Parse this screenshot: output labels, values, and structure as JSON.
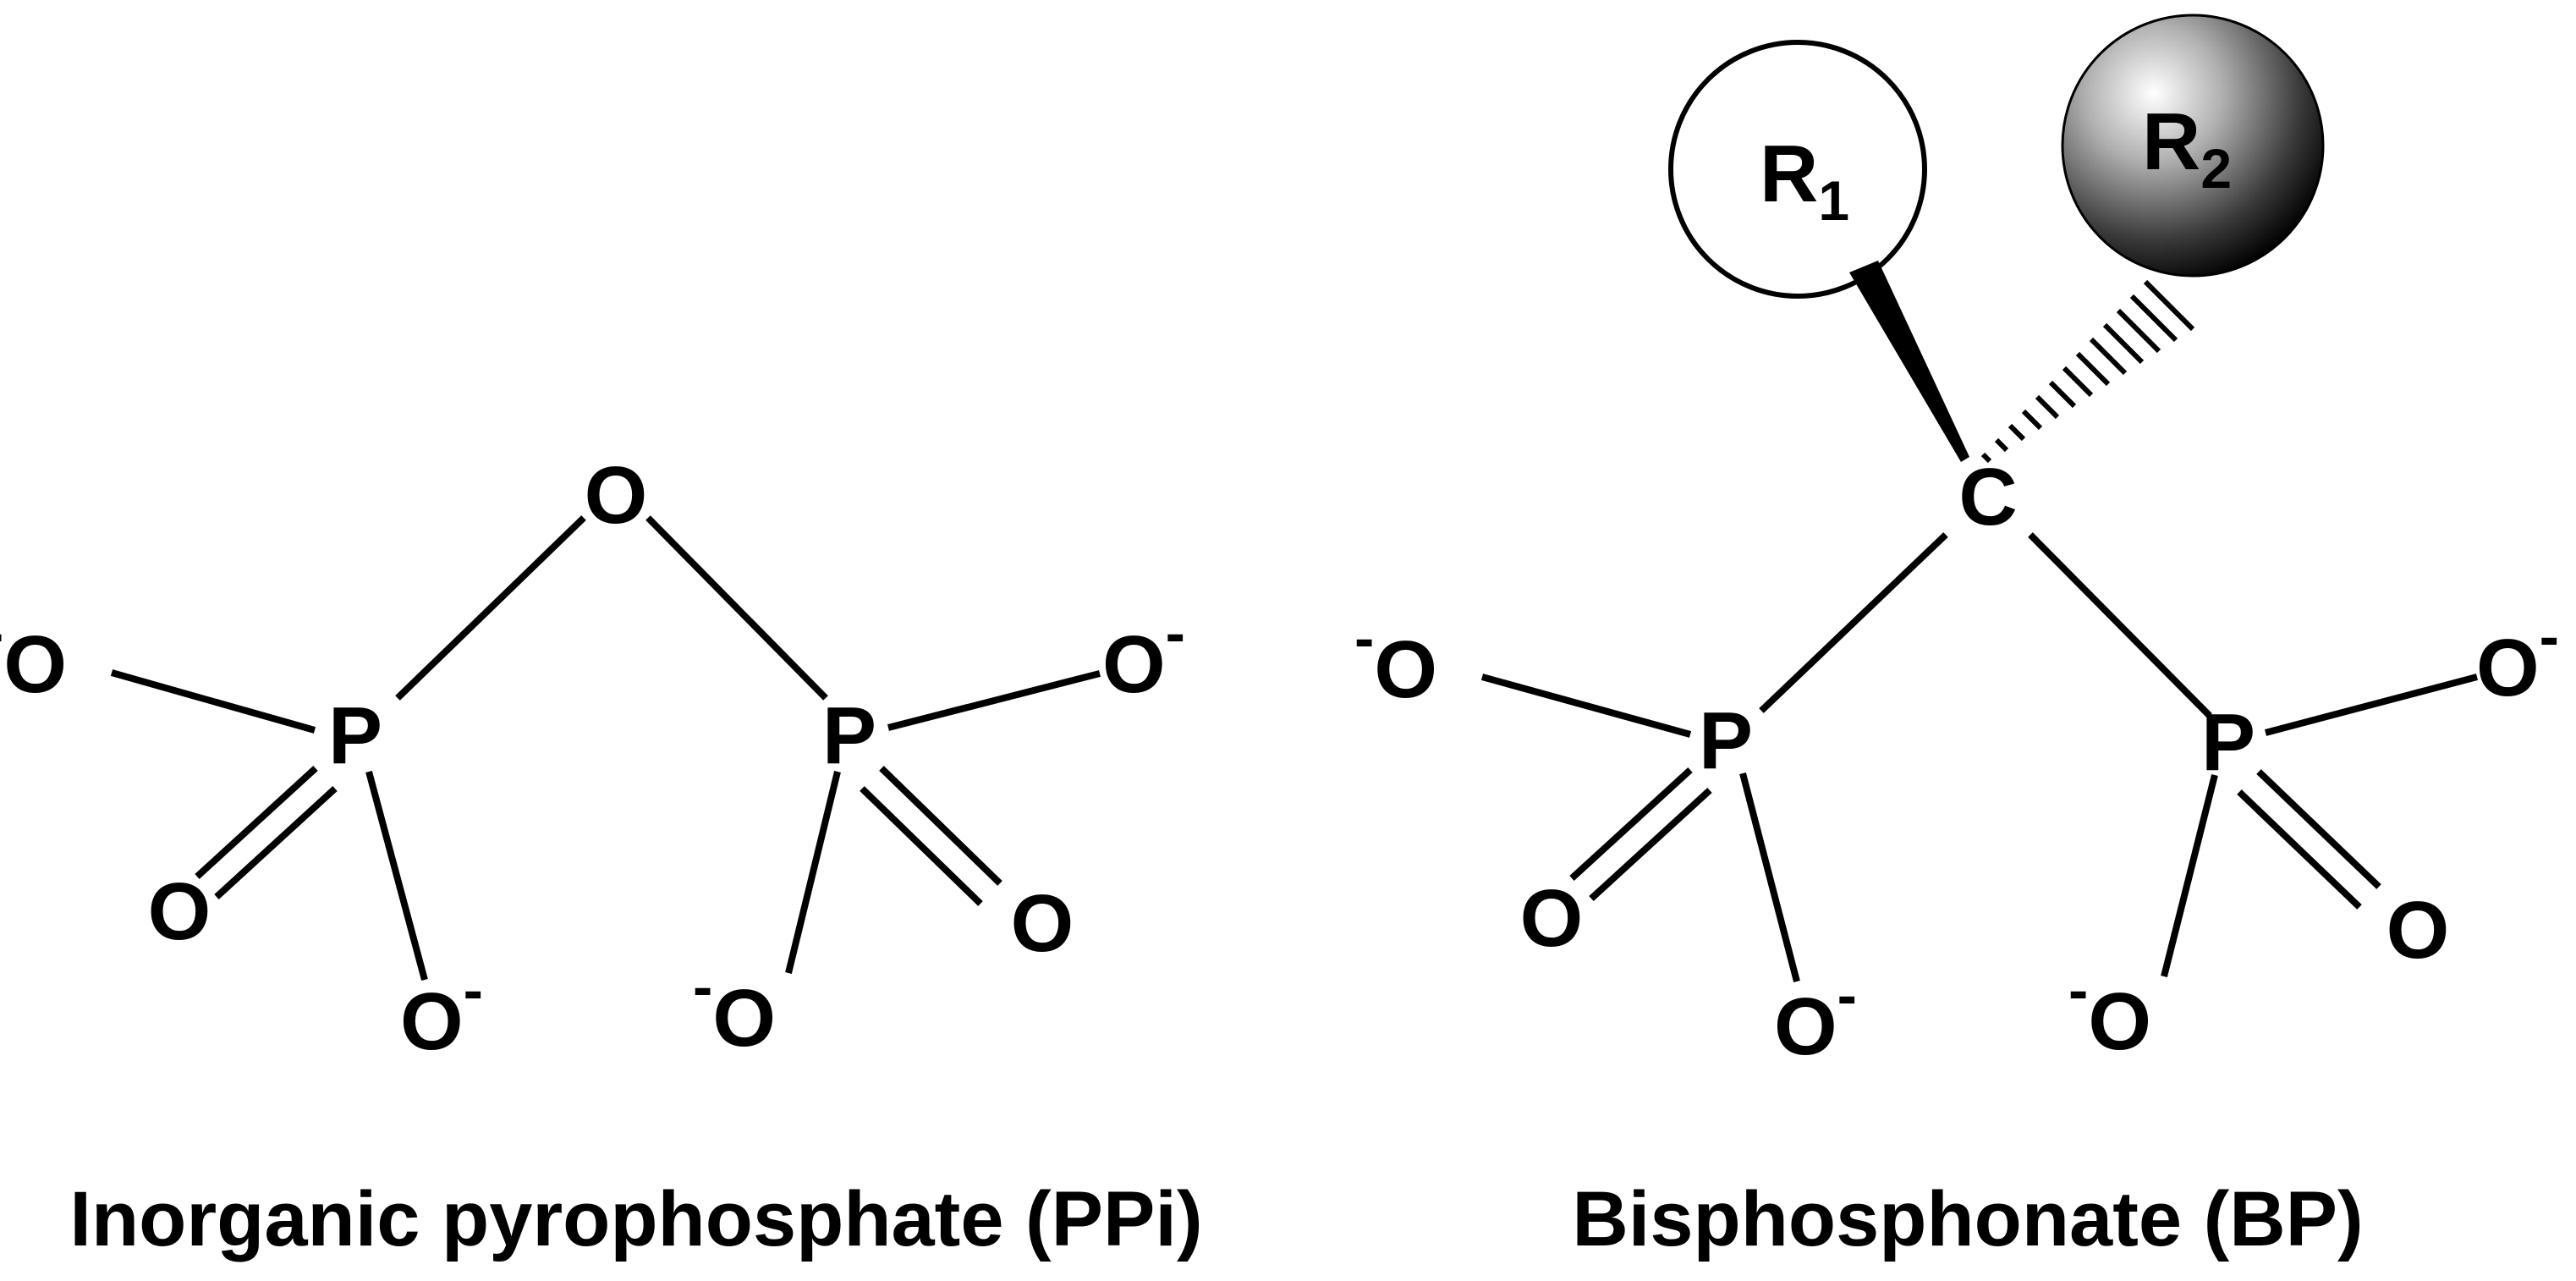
{
  "atoms": {
    "phosphorus": "P",
    "oxygen": "O",
    "carbon": "C",
    "negative_charge": "-"
  },
  "substituents": {
    "r1": {
      "letter": "R",
      "subscript": "1",
      "style": "open circle",
      "fill": "#ffffff"
    },
    "r2": {
      "letter": "R",
      "subscript": "2",
      "style": "shaded sphere",
      "fill": "#808080"
    }
  },
  "captions": {
    "left": "Inorganic pyrophosphate (PPi)",
    "right": "Bisphosphonate (BP)"
  },
  "colors": {
    "ink": "#000000",
    "background": "#ffffff"
  }
}
